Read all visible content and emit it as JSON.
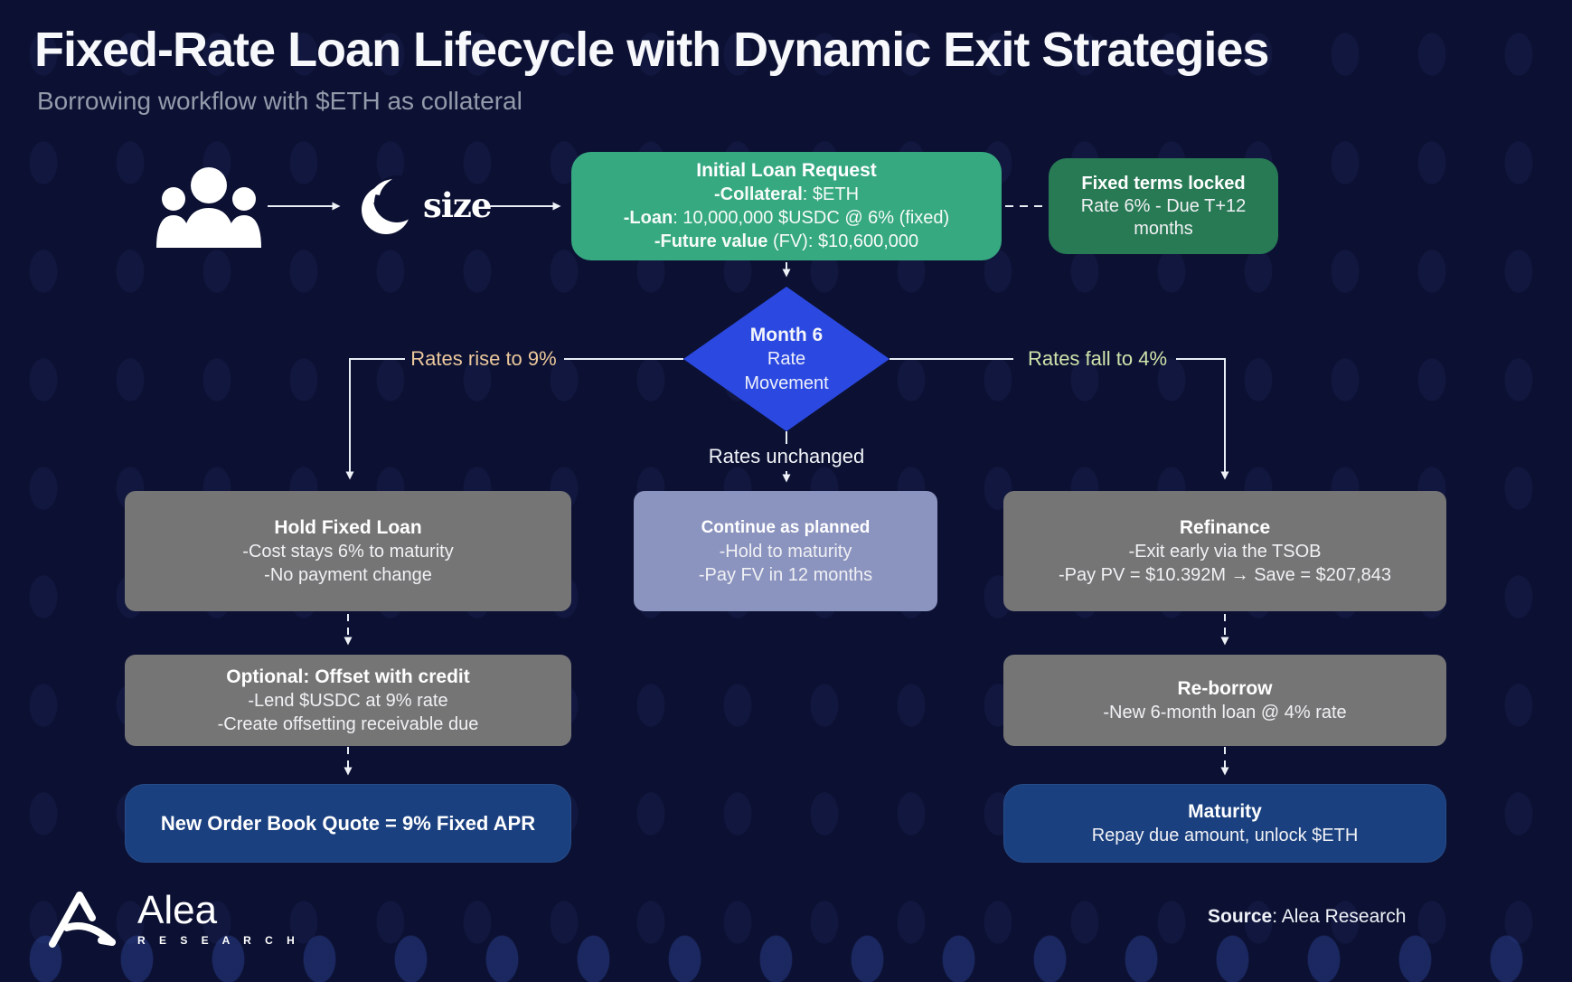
{
  "header": {
    "title": "Fixed-Rate Loan Lifecycle with Dynamic Exit Strategies",
    "subtitle": "Borrowing workflow with $ETH as collateral"
  },
  "actors": {
    "icon": "people-group-icon",
    "brand_name": "size"
  },
  "nodes": {
    "initial": {
      "title": "Initial Loan Request",
      "lines": [
        {
          "b": "-Collateral",
          "r": ": $ETH"
        },
        {
          "b": "-Loan",
          "r": ": 10,000,000 $USDC @ 6% (fixed)"
        },
        {
          "b": "-Future value",
          "r": " (FV): $10,600,000"
        }
      ]
    },
    "fixed_terms": {
      "title": "Fixed terms locked",
      "body": "Rate 6% - Due T+12 months"
    },
    "decision": {
      "line1": "Month 6",
      "line2": "Rate",
      "line3": "Movement"
    },
    "hold": {
      "title": "Hold Fixed Loan",
      "lines": [
        "-Cost stays 6% to maturity",
        "-No payment change"
      ]
    },
    "continue_plan": {
      "title": "Continue as planned",
      "lines": [
        "-Hold to maturity",
        "-Pay FV in 12 months"
      ]
    },
    "refinance": {
      "title": "Refinance",
      "lines": [
        "-Exit early via the TSOB",
        "-Pay PV = $10.392M → Save = $207,843"
      ]
    },
    "offset": {
      "title": "Optional: Offset with credit",
      "lines": [
        "-Lend $USDC at 9% rate",
        "-Create offsetting receivable due"
      ]
    },
    "quote": {
      "title": "New Order Book Quote = 9% Fixed APR"
    },
    "reborrow": {
      "title": "Re-borrow",
      "lines": [
        "-New 6-month loan @ 4% rate"
      ]
    },
    "maturity": {
      "title": "Maturity",
      "body": "Repay due amount, unlock $ETH"
    }
  },
  "edges": {
    "rise_label": "Rates rise to 9%",
    "fall_label": "Rates fall to 4%",
    "unchanged_label": "Rates unchanged"
  },
  "footer": {
    "logo_name": "Alea",
    "logo_sub": "R E S E A R C H",
    "source_label": "Source",
    "source_text": ": Alea Research"
  },
  "colors": {
    "background": "#0c1133",
    "accent_green": "#36a981",
    "deep_green": "#287a55",
    "decision_blue": "#2b49e1",
    "neutral_gray": "#767576",
    "lavender": "#8b93bf",
    "navy_box": "#1a4080",
    "rise_label": "#ecc89c",
    "fall_label": "#cee4ab",
    "connector": "#e9edf4"
  }
}
